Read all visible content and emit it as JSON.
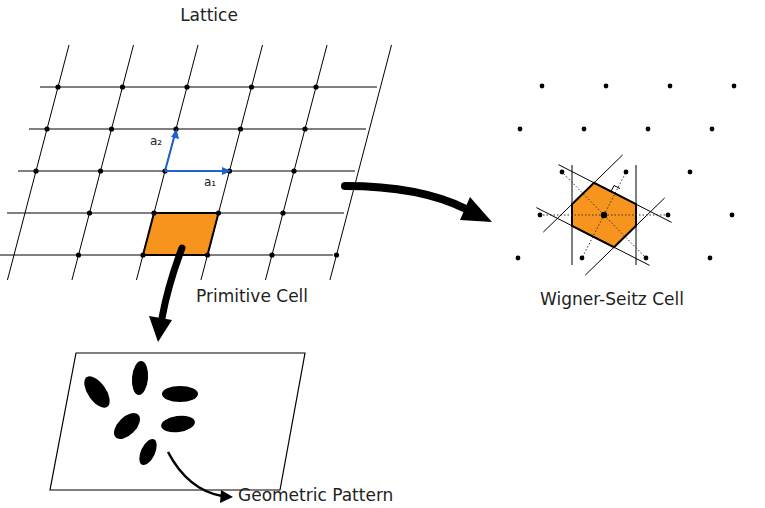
{
  "diagram": {
    "labels": [
      "Lattice",
      "a₂",
      "a₁",
      "Primitive Cell",
      "Wigner-Seitz Cell",
      "Geometric Pattern"
    ]
  }
}
